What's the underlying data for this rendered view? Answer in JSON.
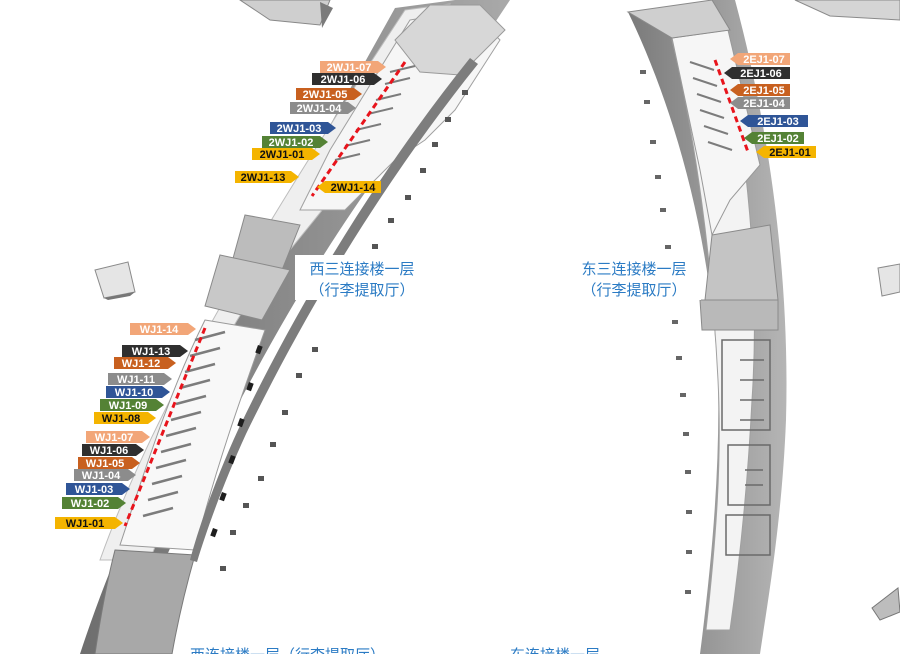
{
  "colors": {
    "accent_blue": "#2b7bc4",
    "dash_red": "#e8141c",
    "floor_light": "#f2f2f2",
    "wall_gray": "#8c8c8c",
    "tag_peach": "#f2a678",
    "tag_black": "#2f2f2f",
    "tag_orange": "#c8601f",
    "tag_gray": "#8c8c8c",
    "tag_blue": "#2f5597",
    "tag_green": "#548235",
    "tag_yellow": "#f4b400"
  },
  "halls": {
    "west_upper": {
      "line1": "西三连接楼一层",
      "line2": "（行李提取厅）"
    },
    "east_upper": {
      "line1": "东三连接楼一层",
      "line2": "（行李提取厅）"
    },
    "west_bottom": "西连接楼一层（行李提取厅）",
    "east_bottom": "东连接楼一层"
  },
  "gates": {
    "w2": [
      {
        "label": "2WJ1-07",
        "color": "peach"
      },
      {
        "label": "2WJ1-06",
        "color": "black"
      },
      {
        "label": "2WJ1-05",
        "color": "orange"
      },
      {
        "label": "2WJ1-04",
        "color": "gray"
      },
      {
        "label": "2WJ1-03",
        "color": "blue"
      },
      {
        "label": "2WJ1-02",
        "color": "green"
      },
      {
        "label": "2WJ1-01",
        "color": "yellow"
      },
      {
        "label": "2WJ1-13",
        "color": "yellow"
      },
      {
        "label": "2WJ1-14",
        "color": "yellow"
      }
    ],
    "e2": [
      {
        "label": "2EJ1-07",
        "color": "peach"
      },
      {
        "label": "2EJ1-06",
        "color": "black"
      },
      {
        "label": "2EJ1-05",
        "color": "orange"
      },
      {
        "label": "2EJ1-04",
        "color": "gray"
      },
      {
        "label": "2EJ1-03",
        "color": "blue"
      },
      {
        "label": "2EJ1-02",
        "color": "green"
      },
      {
        "label": "2EJ1-01",
        "color": "yellow"
      }
    ],
    "w1": [
      {
        "label": "WJ1-14",
        "color": "peach"
      },
      {
        "label": "WJ1-13",
        "color": "black"
      },
      {
        "label": "WJ1-12",
        "color": "orange"
      },
      {
        "label": "WJ1-11",
        "color": "gray"
      },
      {
        "label": "WJ1-10",
        "color": "blue"
      },
      {
        "label": "WJ1-09",
        "color": "green"
      },
      {
        "label": "WJ1-08",
        "color": "yellow"
      },
      {
        "label": "WJ1-07",
        "color": "peach"
      },
      {
        "label": "WJ1-06",
        "color": "black"
      },
      {
        "label": "WJ1-05",
        "color": "orange"
      },
      {
        "label": "WJ1-04",
        "color": "gray"
      },
      {
        "label": "WJ1-03",
        "color": "blue"
      },
      {
        "label": "WJ1-02",
        "color": "green"
      },
      {
        "label": "WJ1-01",
        "color": "yellow"
      }
    ]
  }
}
